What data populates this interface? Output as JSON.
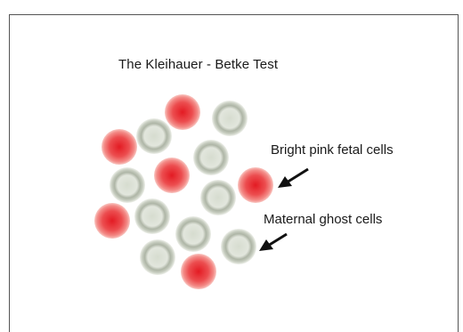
{
  "diagram": {
    "title": "The Kleihauer - Betke Test",
    "labels": {
      "fetal": "Bright pink fetal cells",
      "maternal": "Maternal ghost cells"
    },
    "colors": {
      "fetal_center": "#e8202a",
      "fetal_edge": "#f7a8a4",
      "ghost_ring": "#b9bfb3",
      "ghost_center": "#d8ddd2",
      "arrow": "#111111",
      "border": "#555555"
    }
  }
}
